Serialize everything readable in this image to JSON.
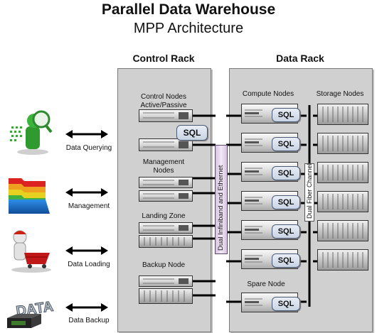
{
  "header": {
    "title": "Parallel Data Warehouse",
    "subtitle": "MPP Architecture"
  },
  "control_rack": {
    "title": "Control Rack",
    "control_nodes": "Control Nodes",
    "active_passive": "Active/Passive",
    "management_nodes_1": "Management",
    "management_nodes_2": "Nodes",
    "landing_zone": "Landing Zone",
    "backup_node": "Backup Node",
    "sql": "SQL"
  },
  "data_rack": {
    "title": "Data Rack",
    "compute_nodes": "Compute Nodes",
    "storage_nodes": "Storage Nodes",
    "spare_node": "Spare Node",
    "sql": "SQL"
  },
  "buses": {
    "infiniband": "Dual Infiniband and Ethernet",
    "fiber": "Dual Fiber Channel"
  },
  "functions": [
    {
      "label": "Data Querying",
      "icon": "magnifier-person-icon"
    },
    {
      "label": "Management",
      "icon": "folders-icon"
    },
    {
      "label": "Data Loading",
      "icon": "person-cart-icon"
    },
    {
      "label": "Data Backup",
      "icon": "data-drive-icon"
    }
  ],
  "icon_texts": {
    "data": "DATA"
  }
}
